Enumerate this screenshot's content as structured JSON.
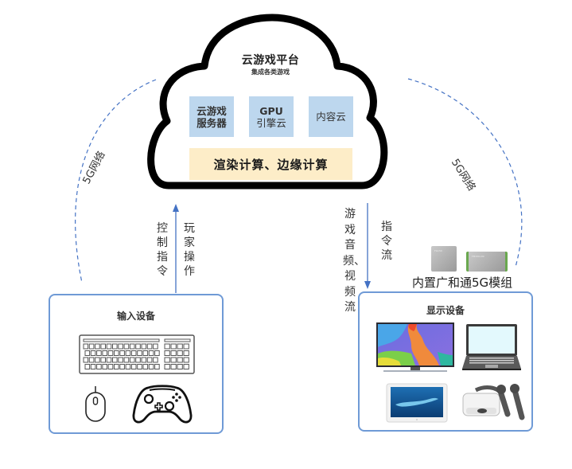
{
  "cloud": {
    "title": "云游戏平台",
    "subtitle": "集成各类游戏",
    "services": [
      {
        "line1": "云游戏",
        "line2": "服务器"
      },
      {
        "line1": "GPU",
        "line2": "引擎云"
      },
      {
        "line1": "内容云",
        "line2": ""
      }
    ],
    "compute": "渲染计算、边缘计算"
  },
  "network": {
    "left_label": "5G网络",
    "right_label": "5G网络"
  },
  "uplink": {
    "left_text": "控制指令",
    "right_text": "玩家操作"
  },
  "downlink": {
    "left_text": "游戏音频、视频流",
    "right_text": "指令流"
  },
  "module": {
    "label": "内置广和通5G模组",
    "chips": [
      "FG150",
      "FM150-CN"
    ]
  },
  "input_box": {
    "title": "输入设备",
    "devices": [
      "keyboard",
      "mouse",
      "gamepad"
    ]
  },
  "display_box": {
    "title": "显示设备",
    "devices": [
      "tv",
      "laptop",
      "tablet",
      "vr-headset"
    ]
  },
  "colors": {
    "cloud_outline": "#000000",
    "service_fill": "#bdd7ee",
    "compute_fill": "#fdedc8",
    "arrow": "#4472c4",
    "dashed": "#4472c4",
    "box_border": "#6f9ad6"
  }
}
